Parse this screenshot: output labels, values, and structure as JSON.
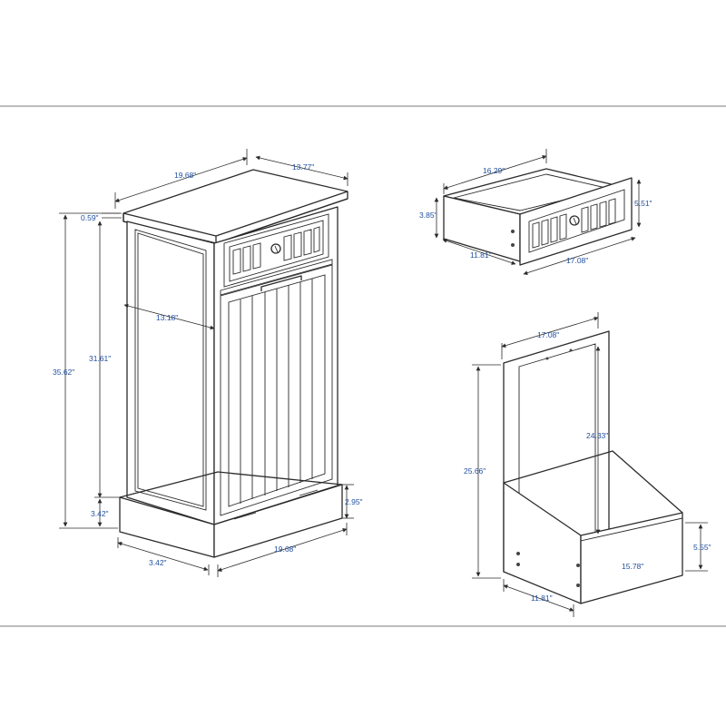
{
  "colors": {
    "dimension_text": "#1f4e9e",
    "outline": "#2b2b2b",
    "frame_line": "#7a7a7a"
  },
  "cabinet": {
    "top_width": "19.68\"",
    "top_depth": "13.77\"",
    "top_overhang": "0.59\"",
    "total_height": "35.62\"",
    "side_height": "31.61\"",
    "inner_depth": "13.18\"",
    "base_height_left": "3.42\"",
    "base_height_right": "2.95\"",
    "base_depth": "3.42\"",
    "base_width": "19.68\""
  },
  "drawer": {
    "length": "16.29\"",
    "height_back": "3.85\"",
    "height_front": "5.51\"",
    "depth": "11.81\"",
    "front_width": "17.08\""
  },
  "tilt_bin": {
    "top_width": "17.08\"",
    "total_height": "25.66\"",
    "inner_height": "24.33\"",
    "box_height": "5.55\"",
    "box_width": "15.78\"",
    "box_depth": "11.81\""
  }
}
